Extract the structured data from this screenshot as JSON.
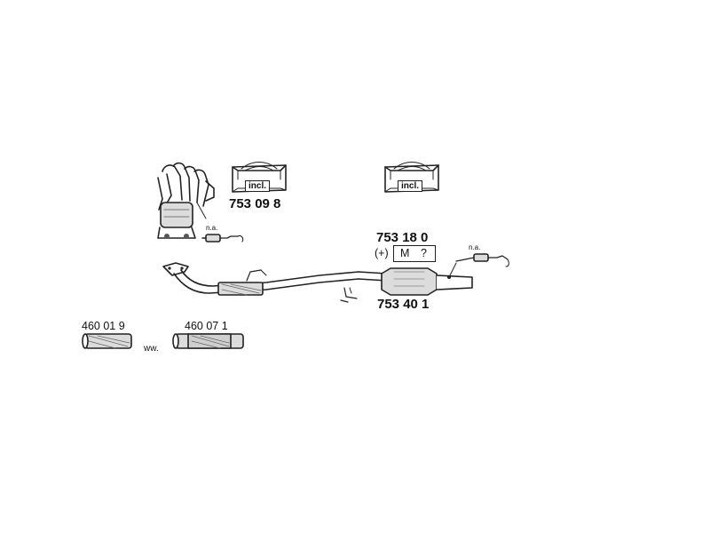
{
  "parts": {
    "manifold": {
      "number": "753 09 8",
      "incl": "incl."
    },
    "kit_right": {
      "incl": "incl."
    },
    "catalyst": {
      "number": "753 18 0",
      "option": "(+)",
      "m_code": "M",
      "m_symbol": "?"
    },
    "pipe": {
      "number": "753 40 1"
    },
    "flex1": {
      "number": "460 01 9"
    },
    "flex2": {
      "number": "460 07 1"
    },
    "alt": "ww.",
    "sensor1": {
      "note": "n.a."
    },
    "sensor2": {
      "note": "n.a."
    }
  },
  "colors": {
    "line": "#222222",
    "fill": "#dcdcdc",
    "dark": "#555555"
  }
}
